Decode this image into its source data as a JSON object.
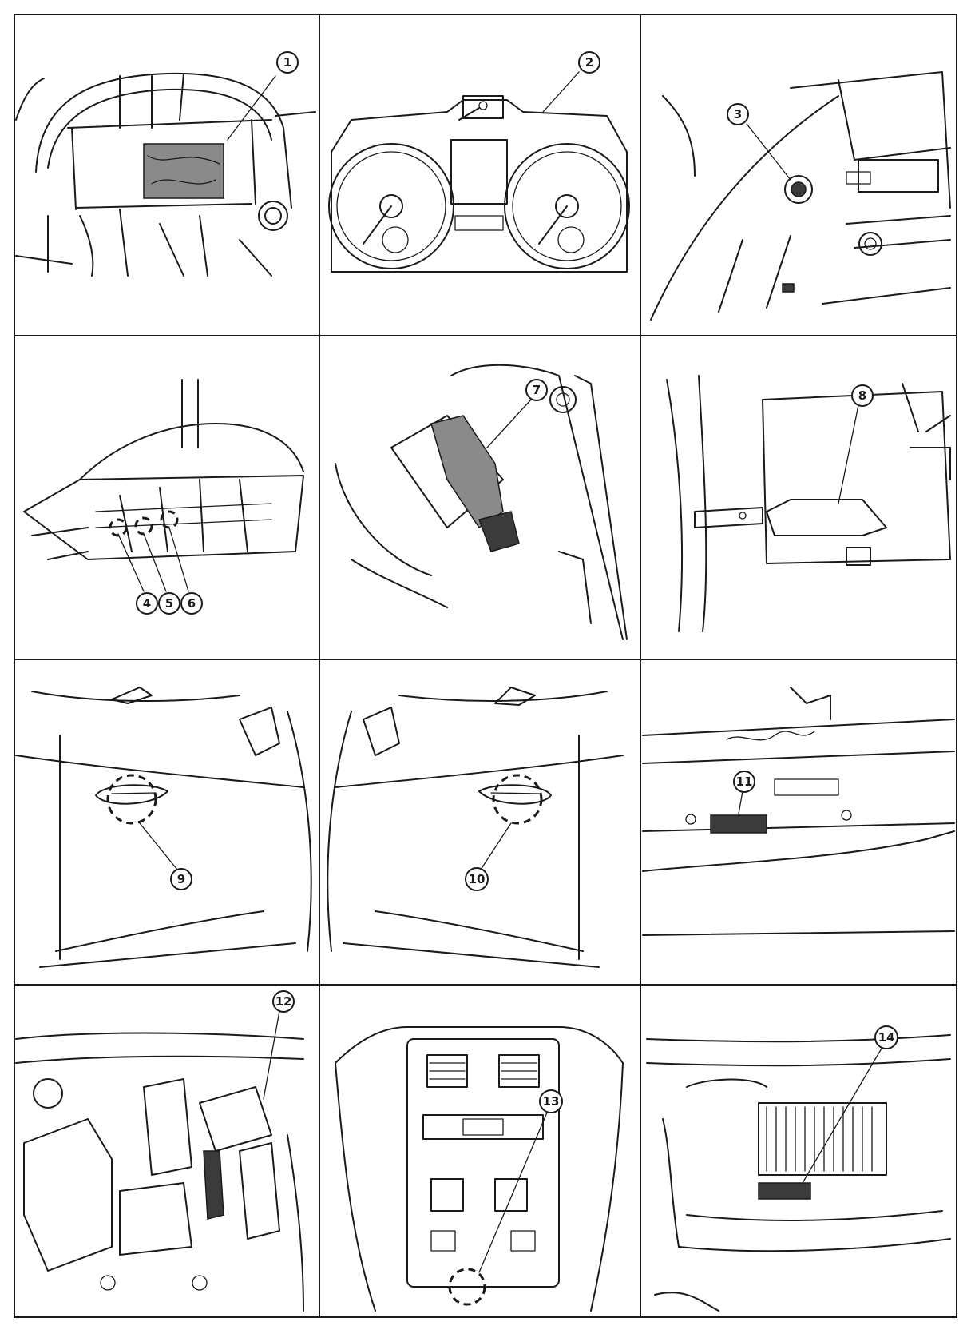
{
  "callouts": [
    "1",
    "2",
    "3",
    "4",
    "5",
    "6",
    "7",
    "8",
    "9",
    "10",
    "11",
    "12",
    "13",
    "14"
  ],
  "icons": {
    "cluster_gauges": "speedometer-tachometer-icon",
    "push_button": "start-button-icon",
    "door_handle": "door-handle-icon"
  }
}
